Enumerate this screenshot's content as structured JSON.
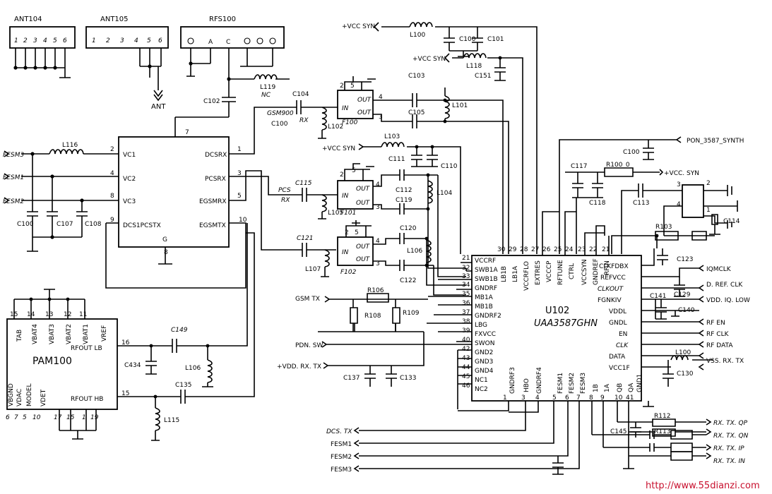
{
  "connectors": {
    "ant104": {
      "name": "ANT104",
      "pins": [
        "1",
        "2",
        "3",
        "4",
        "5",
        "6"
      ]
    },
    "ant105": {
      "name": "ANT105",
      "pins": [
        "1",
        "2",
        "3",
        "4",
        "5",
        "6"
      ]
    },
    "rfs100": {
      "name": "RFS100",
      "pins": [
        "A",
        "C"
      ]
    },
    "ant_label": "ANT"
  },
  "switch_ic": {
    "pins_left": [
      {
        "num": "2",
        "name": "VC1"
      },
      {
        "num": "4",
        "name": "VC2"
      },
      {
        "num": "8",
        "name": "VC3"
      }
    ],
    "pins_right": [
      {
        "num": "1",
        "name": "DCSRX"
      },
      {
        "num": "3",
        "name": "PCSRX"
      },
      {
        "num": "5",
        "name": "EGSMRX"
      },
      {
        "num": "10",
        "name": "EGSMTX"
      }
    ],
    "pin9": {
      "num": "9",
      "name": "DCS1PCSTX"
    },
    "pin7": "7",
    "gnd": {
      "num": "8",
      "name": "G"
    }
  },
  "fesm_inputs": [
    "FESM3",
    "FESM1",
    "FESM2"
  ],
  "passives": {
    "L116": "L116",
    "C100a": "C100",
    "C107": "C107",
    "C108": "C108",
    "C102": "C102",
    "L119": "L119",
    "NC": "NC",
    "C104": "C104",
    "GSM900": "GSM900",
    "RX1": "RX",
    "C100b": "C100",
    "L102": "L102",
    "PCS": "PCS",
    "RX2": "RX",
    "C115": "C115",
    "L105": "L105",
    "C121": "C121",
    "L107": "L107",
    "C103": "C103",
    "C105": "C105",
    "L101": "L101",
    "L103": "L103",
    "C111": "C111",
    "C110": "C110",
    "C112": "C112",
    "C119": "C119",
    "L104": "L104",
    "C120": "C120",
    "C122": "C122",
    "L106a": "L106",
    "L100a": "L100",
    "C100c": "C100",
    "C101": "C101",
    "L118": "L118",
    "C151": "C151",
    "C100d": "C100",
    "C117": "C117",
    "R100": "R100_0",
    "C118": "C118",
    "C113": "C113",
    "C114": "C114",
    "R103": "R103",
    "C123": "C123",
    "C149": "C149",
    "C434": "C434",
    "L106b": "L106",
    "C135": "C135",
    "L115": "L115",
    "R106": "R106",
    "R108": "R108",
    "R109": "R109",
    "C137": "C137",
    "C133": "C133",
    "C141": "C141",
    "C129": "C129",
    "C140": "C140",
    "L100b": "L100",
    "C130": "C130",
    "R112": "R112",
    "C145": "C145",
    "R113": "R113"
  },
  "filters": [
    {
      "name": "F100",
      "in": "IN",
      "out1": "OUT",
      "out2": "OUT",
      "p2": "2",
      "p5": "5",
      "p4": "4",
      "p3": "3"
    },
    {
      "name": "F101",
      "in": "IN",
      "out1": "OUT",
      "out2": "OUT",
      "p2": "2",
      "p5": "5",
      "p4": "4",
      "p3": "3"
    },
    {
      "name": "F102",
      "in": "IN",
      "out1": "OUT",
      "out2": "OUT",
      "p2": "2",
      "p5": "5",
      "p4": "4",
      "p3": "3"
    }
  ],
  "vcc": {
    "syn1": "+VCC SYN",
    "syn2": "+VCC SYN",
    "syn3": "+VCC SYN",
    "syn4": "+VCC. SYN",
    "pon": "PON_3587_SYNTH"
  },
  "u102": {
    "ref": "U102",
    "part": "UAA3587GHN",
    "left": [
      {
        "num": "21",
        "name": "VCCRF"
      },
      {
        "num": "32",
        "name": "SWB1A"
      },
      {
        "num": "33",
        "name": "SWB1B"
      },
      {
        "num": "34",
        "name": "GNDRF"
      },
      {
        "num": "35",
        "name": "MB1A"
      },
      {
        "num": "36",
        "name": "MB1B"
      },
      {
        "num": "37",
        "name": "GNDRF2"
      },
      {
        "num": "38",
        "name": "LBG"
      },
      {
        "num": "39",
        "name": "FXVCC"
      },
      {
        "num": "40",
        "name": "SWON"
      },
      {
        "num": "42",
        "name": "GND2"
      },
      {
        "num": "43",
        "name": "GND3"
      },
      {
        "num": "44",
        "name": "GND4"
      },
      {
        "num": "45",
        "name": "NC1"
      },
      {
        "num": "46",
        "name": "NC2"
      }
    ],
    "top": [
      {
        "num": "30",
        "name": "LB1B"
      },
      {
        "num": "29",
        "name": "LB1A"
      },
      {
        "num": "28",
        "name": "VCCRFLO"
      },
      {
        "num": "27",
        "name": "EXTRES"
      },
      {
        "num": "26",
        "name": "VCCCP"
      },
      {
        "num": "25",
        "name": "RFTUNE"
      },
      {
        "num": "24",
        "name": "CTRL"
      },
      {
        "num": "23",
        "name": "VCCSYN"
      },
      {
        "num": "22",
        "name": "GNDREF"
      },
      {
        "num": "21",
        "name": "RFIN"
      }
    ],
    "right": [
      {
        "name": "CLKFDBX"
      },
      {
        "name": "REFVCC"
      },
      {
        "name": "CLKOUT"
      },
      {
        "name": "FGNKIV"
      },
      {
        "name": "VDDL"
      },
      {
        "name": "GNDL"
      },
      {
        "name": "EN"
      },
      {
        "name": "CLK"
      },
      {
        "name": "DATA"
      },
      {
        "name": "VCC1F"
      }
    ],
    "bottom": [
      {
        "num": "1",
        "name": "GNDRF3"
      },
      {
        "num": "3",
        "name": "HBO"
      },
      {
        "num": "4",
        "name": "GNDRF4"
      },
      {
        "num": "5",
        "name": "FESM1"
      },
      {
        "num": "6",
        "name": "FESM2"
      },
      {
        "num": "7",
        "name": "FESM3"
      },
      {
        "num": "8",
        "name": "1B"
      },
      {
        "num": "9",
        "name": "1A"
      },
      {
        "num": "10",
        "name": "QB"
      },
      {
        "num": "41",
        "name": "QA"
      },
      {
        "num": "",
        "name": "GND1"
      }
    ]
  },
  "signals": {
    "gsm_tx": "GSM TX",
    "pdn_sw": "PDN. SW",
    "vdd_rx_tx": "+VDD. RX. TX",
    "iqmclk": "IQMCLK",
    "d_ref_clk": "D. REF. CLK",
    "vdd_iq_low": "VDD. IQ. LOW",
    "rf_en": "RF EN",
    "rf_clk": "RF CLK",
    "rf_data": "RF DATA",
    "vss_rx_tx": "VSS. RX. TX",
    "dcs_tx": "DCS. TX",
    "fesm1": "FESM1",
    "fesm2": "FESM2",
    "fesm3": "FESM3",
    "rx_tx_qp": "RX. TX. QP",
    "rx_tx_qn": "RX. TX. QN",
    "rx_tx_ip": "RX. TX. IP",
    "rx_tx_in": "RX. TX. IN"
  },
  "pam100": {
    "name": "PAM100",
    "top_pins": [
      {
        "num": "15",
        "name": "TAB"
      },
      {
        "num": "14",
        "name": "VBAT4"
      },
      {
        "num": "13",
        "name": "VBAT3"
      },
      {
        "num": "12",
        "name": "VBAT2"
      },
      {
        "num": "11",
        "name": "VBAT1"
      },
      {
        "num": "",
        "name": "VREF"
      }
    ],
    "out_lb": {
      "num": "16",
      "name": "RFOUT LB"
    },
    "out_hb": {
      "num": "15",
      "name": "RFOUT HB"
    },
    "bottom_names": [
      "VBGND",
      "VDAC",
      "MODEL",
      "VDET"
    ],
    "bottom_nums": [
      "6",
      "7",
      "5",
      "10",
      "17",
      "15",
      "1",
      "19"
    ]
  },
  "watermark": "http://www.55dianzi.com"
}
